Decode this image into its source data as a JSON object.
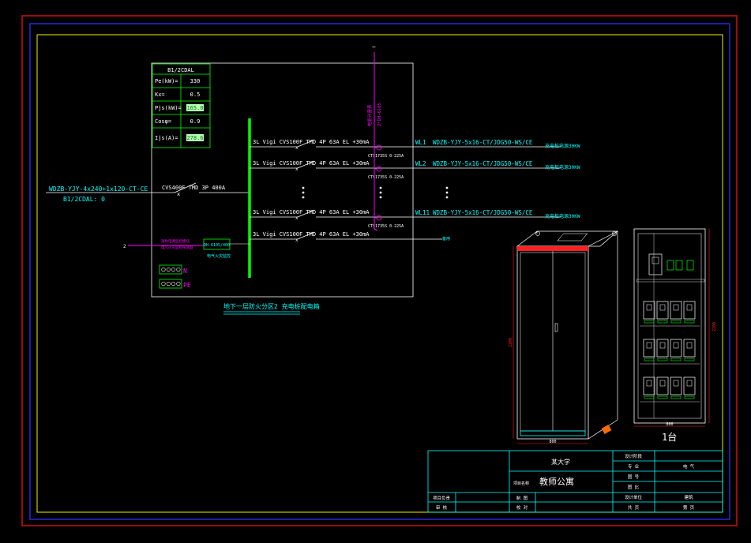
{
  "panel": {
    "id": "B1/2CDAL",
    "params": [
      {
        "label": "Pe(kW)=",
        "value": "330"
      },
      {
        "label": "Kx=",
        "value": "0.5"
      },
      {
        "label": "Pjs(kW)=",
        "value": "165.0"
      },
      {
        "label": "Cosφ=",
        "value": "0.9"
      },
      {
        "label": "Ijs(A)=",
        "value": "278.6"
      }
    ]
  },
  "incoming": {
    "cable": "WDZB-YJY-4x240+1x120-CT-CE",
    "source": "B1/2CDAL: 0",
    "breaker": "CVS400F TMD 3P 400A",
    "top_symbol": "~",
    "left_marker": "2"
  },
  "feeders": [
    {
      "breaker": "3L  Vigi CVS100F TMD 4P 63A EL  +30mA",
      "ct": "CTS1735S 0-225A",
      "code": "WL1",
      "cable": "WDZB-YJY-5x16-CT/JDG50-WS/CE",
      "load": "充电桩电源30KW"
    },
    {
      "breaker": "3L  Vigi CVS100F TMD 4P 63A EL  +30mA",
      "ct": "CTS1735S 0-225A",
      "code": "WL2",
      "cable": "WDZB-YJY-5x16-CT/JDG50-WS/CE",
      "load": "充电桩电源30KW"
    },
    {
      "breaker": "3L  Vigi CVS100F TMD 4P 63A EL  +30mA",
      "ct": "CTS1735S 0-225A",
      "code": "WL11",
      "cable": "WDZB-YJY-5x16-CT/JDG50-WS/CE",
      "load": "充电桩电源30KW"
    },
    {
      "breaker": "3L  Vigi CVS100F TMD 4P 63A EL  +30mA",
      "ct": "",
      "code": "",
      "cable": "",
      "load": "备用"
    }
  ],
  "vertical_meter_label": "电能计量表",
  "vertical_meter_code": "2*DH-6105",
  "fire_box_lines": [
    "消防电源监控模块",
    "电气火灾监控探测器"
  ],
  "dh_box": "DH-6105/400",
  "dh_caption": "电气火灾监控",
  "terminals": {
    "n_label": "N",
    "pe_label": "PE"
  },
  "panel_caption": "地下一层防火分区2 充电桩配电箱",
  "cabinet": {
    "count": "1台",
    "width_front": "800",
    "width_side": "800",
    "height": "2200"
  },
  "title_block": {
    "university": "某大学",
    "project_label": "项目名称",
    "project": "教师公寓",
    "stage_label": "设计阶段",
    "major_label": "专  业",
    "major": "电  气",
    "drawing_no_label": "图  号",
    "scale_label": "图  比",
    "design_unit_label": "设计单位",
    "design_unit": "建筑",
    "sheet_label": "共  页",
    "sheet": "第  页",
    "responsible_label": "项目负责",
    "drawn_label": "制  图",
    "reviewer_label": "审  核",
    "checker_label": "校  对"
  },
  "colors": {
    "frame_outer": "#d01010",
    "frame_blue": "#2828e0",
    "frame_yellow": "#f0f000",
    "line_white": "#ffffff",
    "bus_green": "#00ff00",
    "cyan": "#00ffff",
    "magenta": "#ff00ff",
    "red": "#ff2020"
  }
}
